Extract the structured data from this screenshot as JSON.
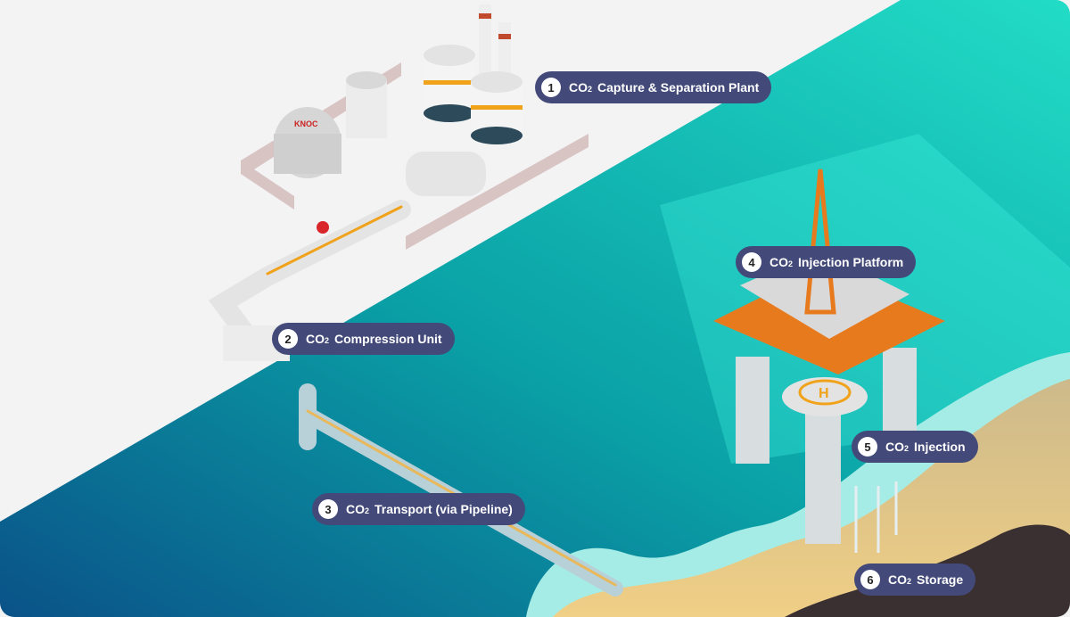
{
  "steps": [
    {
      "num": "1",
      "prefix": "CO",
      "sub": "2",
      "text": "Capture & Separation Plant"
    },
    {
      "num": "2",
      "prefix": "CO",
      "sub": "2",
      "text": "Compression Unit"
    },
    {
      "num": "3",
      "prefix": "CO",
      "sub": "2",
      "text": "Transport (via Pipeline)"
    },
    {
      "num": "4",
      "prefix": "CO",
      "sub": "2",
      "text": "Injection Platform"
    },
    {
      "num": "5",
      "prefix": "CO",
      "sub": "2",
      "text": "Injection"
    },
    {
      "num": "6",
      "prefix": "CO",
      "sub": "2",
      "text": "Storage"
    }
  ],
  "logo_text": "KNOC",
  "helipad_letter": "H",
  "colors": {
    "label_bg": "#434a7a",
    "land": "#f3f3f4",
    "sea_dark": "#0a5f8c",
    "sea_light": "#1fd6c4",
    "sand": "#e9c98c",
    "reservoir": "#3a3032"
  }
}
